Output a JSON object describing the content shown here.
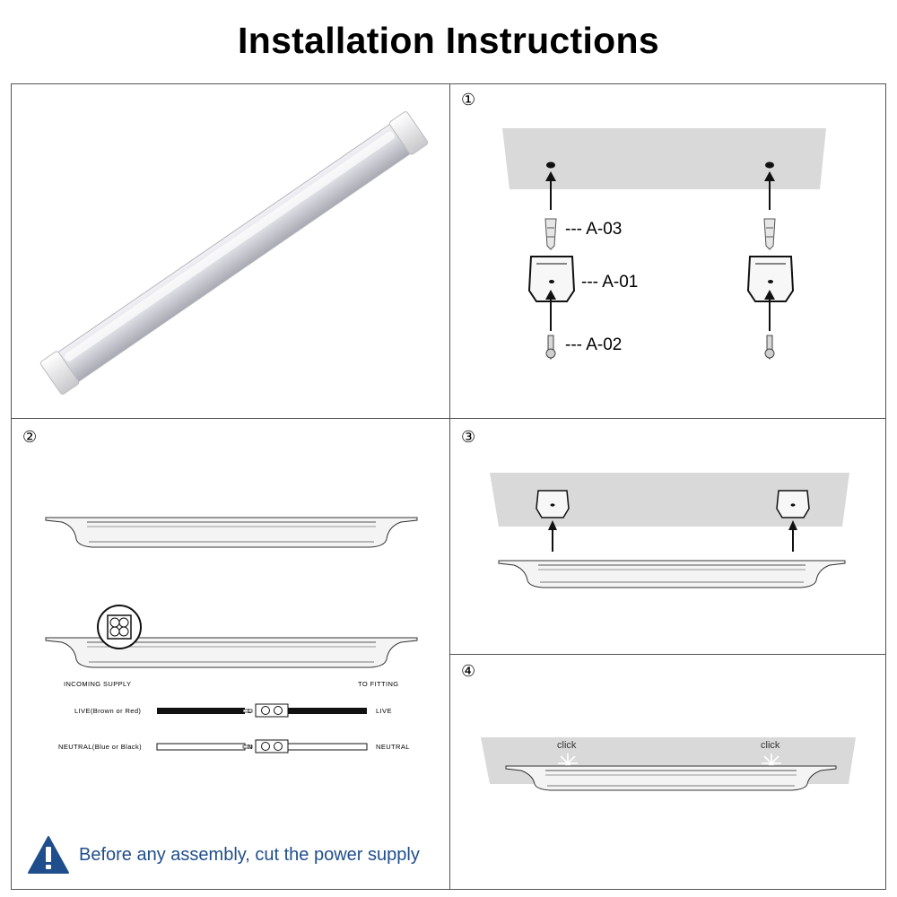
{
  "title": "Installation Instructions",
  "colors": {
    "accent_blue": "#1f4e8c",
    "ceiling_gray": "#d9d9d9",
    "border": "#555555"
  },
  "steps": {
    "s1": {
      "number": "①",
      "labels": {
        "anchor": "--- A-03",
        "bracket": "--- A-01",
        "screw": "--- A-02"
      }
    },
    "s2": {
      "number": "②",
      "incoming": "INCOMING SUPPLY",
      "to_fitting": "TO FITTING",
      "live_left": "LIVE(Brown or Red)",
      "live_right": "LIVE",
      "live_mark": "L",
      "neutral_left": "NEUTRAL(Blue or Black)",
      "neutral_right": "NEUTRAL",
      "neutral_mark": "N"
    },
    "s3": {
      "number": "③"
    },
    "s4": {
      "number": "④",
      "click_left": "click",
      "click_right": "click"
    }
  },
  "warning": {
    "icon": "warning-triangle-icon",
    "text": "Before any assembly, cut the power supply"
  }
}
